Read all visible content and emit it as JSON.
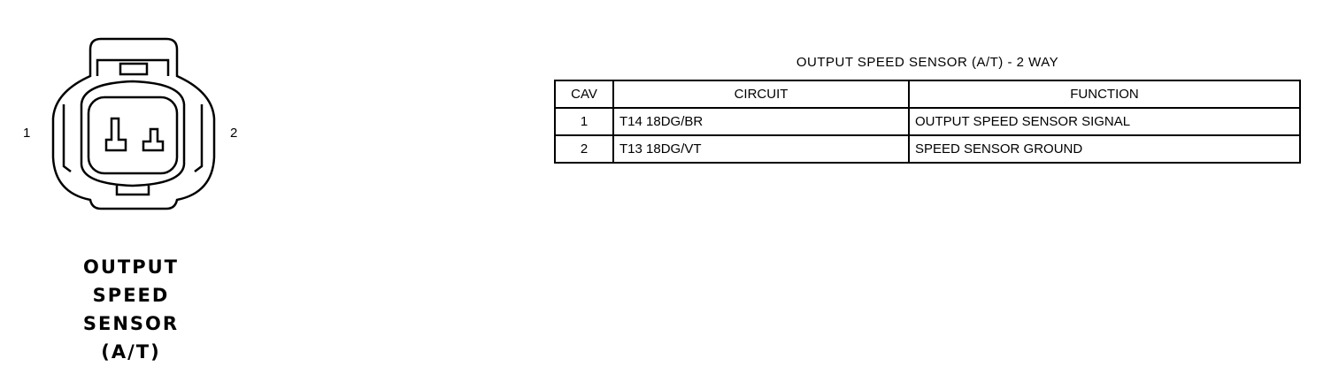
{
  "connector": {
    "pin_left_label": "1",
    "pin_right_label": "2",
    "caption_lines": [
      "OUTPUT",
      "SPEED",
      "SENSOR",
      "(A/T)"
    ]
  },
  "table": {
    "title": "OUTPUT SPEED SENSOR (A/T) - 2 WAY",
    "headers": [
      "CAV",
      "CIRCUIT",
      "FUNCTION"
    ],
    "rows": [
      {
        "cav": "1",
        "circuit": "T14 18DG/BR",
        "function": "OUTPUT SPEED SENSOR SIGNAL"
      },
      {
        "cav": "2",
        "circuit": "T13 18DG/VT",
        "function": "SPEED SENSOR GROUND"
      }
    ]
  }
}
